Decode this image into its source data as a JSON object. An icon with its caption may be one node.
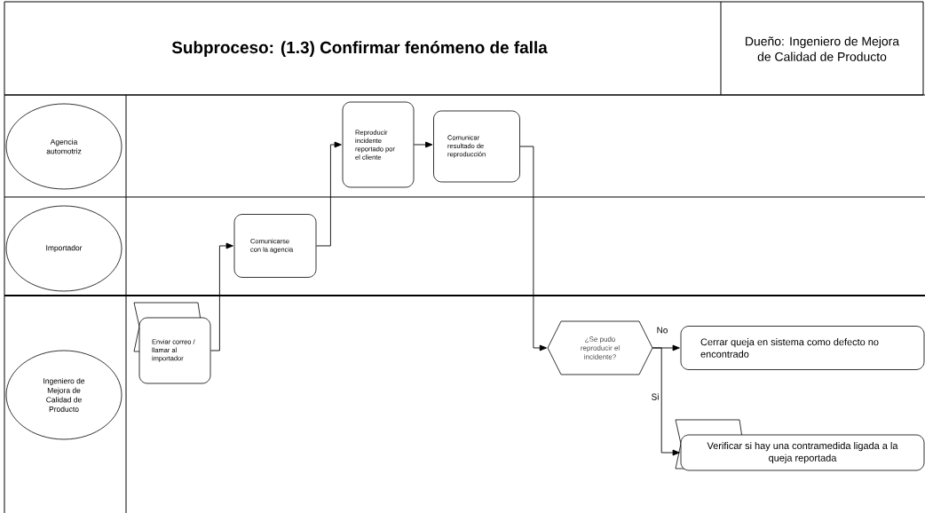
{
  "diagram": {
    "title": "Subproceso: (1.3) Confirmar fenómeno de falla",
    "nodes": [
      {
        "text": [
          "Dueño: Ingeniero de Mejora de Calidad de Producto"
        ]
      },
      {
        "text": [
          "Agencia automotriz"
        ]
      },
      {
        "text": [
          "Importador"
        ]
      },
      {
        "text": [
          "Ingeniero de Mejora de Calidad de Producto"
        ]
      },
      {
        "text": [
          "Enviar correo / llamar al importador"
        ]
      },
      {
        "text": [
          "Comunicarse con la agencia"
        ]
      },
      {
        "text": [
          "Reproducir incidente reportado por el cliente"
        ]
      },
      {
        "text": [
          "Comunicar resultado de reproducción"
        ]
      },
      {
        "text": [
          "¿Se pudo reproducir el incidente?"
        ]
      },
      {
        "text": [
          "Cerrar queja en sistema como defecto no encontrado"
        ]
      },
      {
        "text": [
          "Verificar si hay una contramedida ligada a la queja reportada"
        ]
      }
    ],
    "edges": [
      {
        "from": 4,
        "to": 5,
        "arrow": "to"
      },
      {
        "from": 5,
        "to": 6,
        "arrow": "to"
      },
      {
        "from": 6,
        "to": 7,
        "arrow": "to"
      },
      {
        "from": 7,
        "to": 8,
        "arrow": "to"
      },
      {
        "from": 8,
        "to": 9,
        "arrow": "to",
        "label": "No"
      },
      {
        "from": 8,
        "to": 10,
        "arrow": "to",
        "label": "Si"
      }
    ]
  }
}
